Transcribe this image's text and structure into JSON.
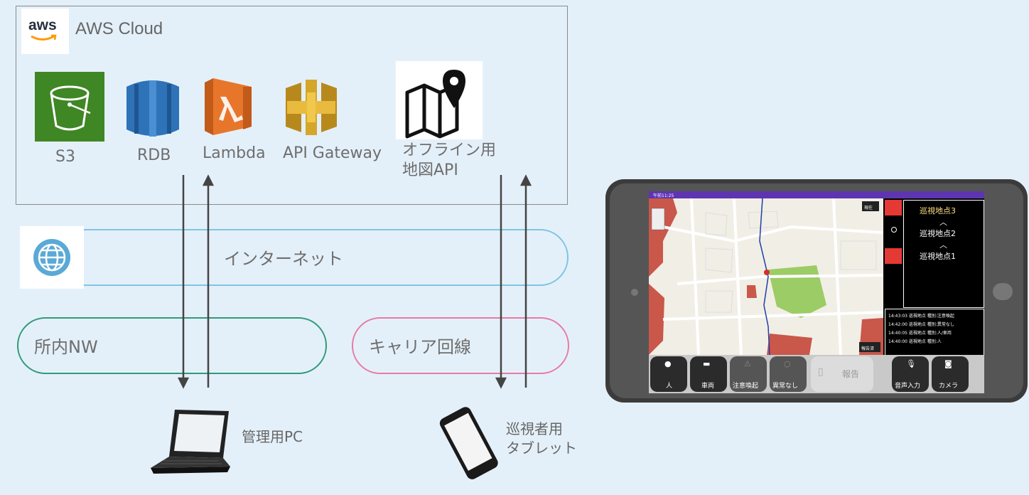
{
  "cloud": {
    "aws_logo": "aws",
    "title": "AWS Cloud"
  },
  "services": [
    {
      "icon": "s3-icon",
      "label": "S3",
      "color": "#3f8624"
    },
    {
      "icon": "rdb-icon",
      "label": "RDB",
      "color": "#2e73b8"
    },
    {
      "icon": "lambda-icon",
      "label": "Lambda",
      "color": "#e7762b"
    },
    {
      "icon": "api-gateway-icon",
      "label": "API Gateway",
      "color": "#d4a62a"
    },
    {
      "icon": "map-pin-icon",
      "label": "オフライン用\n地図API",
      "label_line1": "オフライン用",
      "label_line2": "地図API"
    }
  ],
  "networks": {
    "internet": {
      "label": "インターネット",
      "color": "#7fc4e4"
    },
    "internal": {
      "label": "所内NW",
      "color": "#2e9b78"
    },
    "carrier": {
      "label": "キャリア回線",
      "color": "#e97aa5"
    }
  },
  "devices": {
    "pc": {
      "label": "管理用PC"
    },
    "tablet": {
      "label_line1": "巡視者用",
      "label_line2": "タブレット"
    }
  },
  "tablet_screen": {
    "status_time": "午前11:25",
    "map_button": "現在",
    "report_button_small": "報告済",
    "patrol_points": [
      "巡視地点3",
      "巡視地点2",
      "巡視地点1"
    ],
    "logs": [
      {
        "time": "14:43:03",
        "point": "巡視地点",
        "type": "種別:注意喚起"
      },
      {
        "time": "14:42:00",
        "point": "巡視地点",
        "type": "種別:異常なし"
      },
      {
        "time": "14:40:05",
        "point": "巡視地点",
        "type": "種別:人/車両"
      },
      {
        "time": "14:40:00",
        "point": "巡視地点",
        "type": "種別:人"
      }
    ],
    "buttons": [
      "人",
      "車両",
      "注意喚起",
      "異常なし",
      "報告",
      "音声入力",
      "カメラ"
    ]
  }
}
